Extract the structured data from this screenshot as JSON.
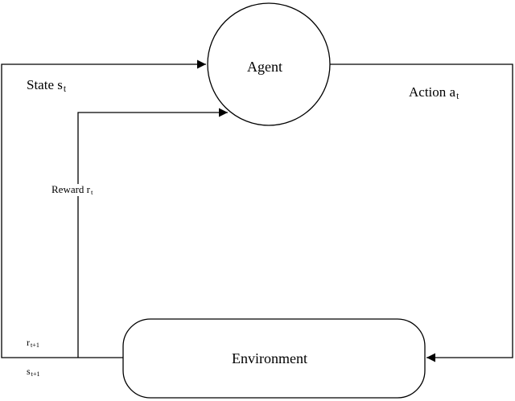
{
  "nodes": {
    "agent": "Agent",
    "environment": "Environment"
  },
  "edges": {
    "state": {
      "text": "State s",
      "sub": "t"
    },
    "action": {
      "text": "Action a",
      "sub": "t"
    },
    "reward": {
      "text": "Reward r",
      "sub": "t"
    },
    "next_reward": {
      "text": "r",
      "sub": "t+1"
    },
    "next_state": {
      "text": "s",
      "sub": "t+1"
    }
  },
  "colors": {
    "stroke": "#000000",
    "background": "#ffffff"
  }
}
